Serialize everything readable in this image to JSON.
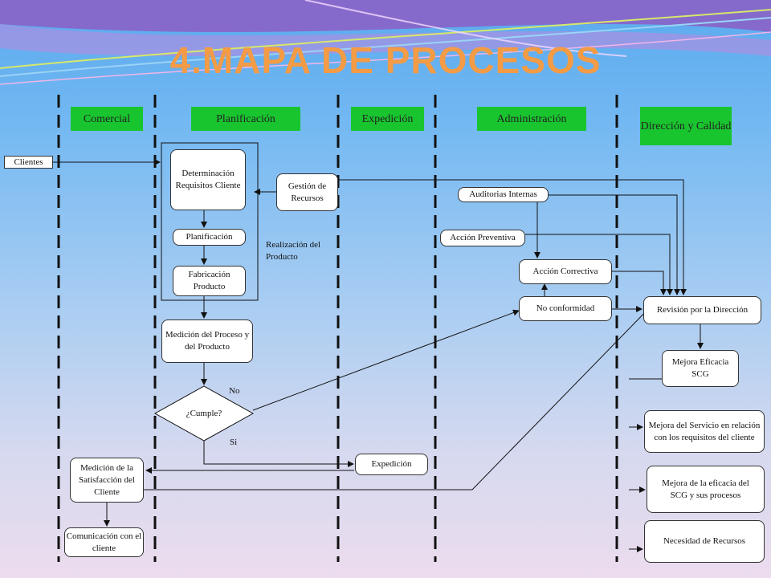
{
  "title": "4.MAPA DE PROCESOS",
  "lanes": {
    "comercial": "Comercial",
    "planificacion": "Planificación",
    "expedicion": "Expedición",
    "administracion": "Administración",
    "direccion": "Dirección y Calidad"
  },
  "nodes": {
    "clientes": "Clientes",
    "determinacion": "Determinación Requisitos Cliente",
    "gestion": "Gestión de Recursos",
    "planificacion": "Planificación",
    "fabricacion": "Fabricación Producto",
    "realizacion": "Realización del Producto",
    "medicion_proceso": "Medición del Proceso y del Producto",
    "cumple": "¿Cumple?",
    "no": "No",
    "si": "Si",
    "expedicion": "Expedición",
    "medicion_satisfaccion": "Medición de la Satisfacción del Cliente",
    "comunicacion": "Comunicación con el cliente",
    "auditorias": "Auditorias Internas",
    "accion_preventiva": "Acción Preventiva",
    "accion_correctiva": "Acción Correctiva",
    "no_conformidad": "No conformidad",
    "revision": "Revisión por la Dirección",
    "mejora_eficacia": "Mejora Eficacia SCG",
    "mejora_servicio": "Mejora del Servicio en relación con los requisitos del cliente",
    "mejora_eficacia_scg": "Mejora de la eficacia del SCG y sus procesos",
    "necesidad": "Necesidad de Recursos"
  },
  "colors": {
    "title": "#f39b45",
    "lane_header": "#19c52f",
    "background_top": "#5aa9ee",
    "background_bottom": "#ecdcee"
  }
}
